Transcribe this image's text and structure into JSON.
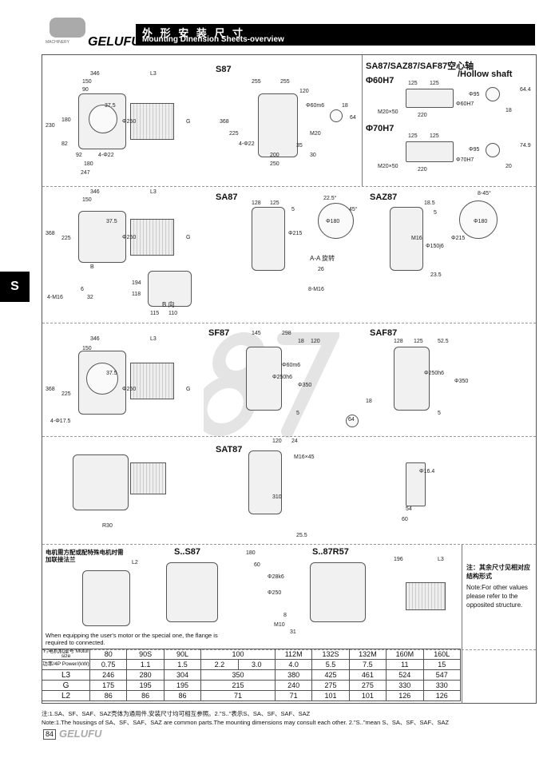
{
  "header": {
    "title_cn": "外 形 安 装 尺 寸",
    "title_en": "Mounting Dinension Sheets-overview",
    "brand": "GELUFU",
    "brand_sub": "MACHINERY"
  },
  "side_tab": "S",
  "watermark": "87",
  "sections": {
    "s87": {
      "title": "S87",
      "dims": [
        "346",
        "L3",
        "150",
        "90",
        "230",
        "180",
        "82",
        "37.5",
        "Φ250",
        "G",
        "92",
        "4-Φ22",
        "180",
        "247",
        "255",
        "255",
        "120",
        "368",
        "225",
        "4-Φ22",
        "Φ60m6",
        "M20",
        "200",
        "35",
        "250",
        "30",
        "18",
        "64"
      ]
    },
    "hollow": {
      "title": "SA87/SAZ87/SAF87空心轴",
      "subtitle": "/Hollow shaft",
      "d1": "Φ60H7",
      "d2": "Φ70H7",
      "dims1": [
        "125",
        "125",
        "M20×50",
        "220",
        "Φ60H7",
        "Φ95",
        "64.4",
        "18"
      ],
      "dims2": [
        "125",
        "125",
        "M20×50",
        "220",
        "Φ70H7",
        "Φ95",
        "74.9",
        "20"
      ]
    },
    "sa87": {
      "title": "SA87",
      "view_b": "B 向",
      "view_aa": "A-A 旋转",
      "dims": [
        "346",
        "L3",
        "150",
        "368",
        "225",
        "37.5",
        "Φ250",
        "G",
        "B",
        "128",
        "125",
        "5",
        "Φ215",
        "22.5°",
        "45°",
        "Φ180",
        "26",
        "8-M16",
        "194",
        "118",
        "115",
        "110",
        "4-M16",
        "6",
        "32"
      ]
    },
    "saz87": {
      "title": "SAZ87",
      "dims": [
        "18.5",
        "5",
        "M16",
        "Φ150j6",
        "Φ215",
        "23.5",
        "8-45°",
        "Φ180"
      ]
    },
    "sf87": {
      "title": "SF87",
      "dims": [
        "346",
        "L3",
        "150",
        "368",
        "225",
        "37.5",
        "Φ250",
        "G",
        "4-Φ17.5",
        "145",
        "298",
        "18",
        "120",
        "Φ60m6",
        "Φ250h6",
        "Φ350",
        "5",
        "18",
        "64"
      ]
    },
    "saf87": {
      "title": "SAF87",
      "dims": [
        "128",
        "125",
        "52.5",
        "Φ250h6",
        "Φ350",
        "5"
      ]
    },
    "sat87": {
      "title": "SAT87",
      "dims": [
        "120",
        "24",
        "M16×45",
        "310",
        "25.5",
        "R30",
        "Φ16.4",
        "54",
        "60"
      ]
    },
    "flange_note": "电机需方配或配特殊电机时需加联接法兰",
    "flange_dims": [
      "L2"
    ],
    "ss87": {
      "title": "S..S87",
      "dims": [
        "180",
        "60",
        "Φ28k6",
        "Φ250",
        "M10",
        "8",
        "31"
      ]
    },
    "s87r57": {
      "title": "S..87R57",
      "dims": [
        "196",
        "L3"
      ]
    },
    "equip_note": "When equipping the user's motor or the special one, the flange is required to connected.",
    "right_note_cn": "注：其余尺寸见相对应结构形式",
    "right_note_en": "Note:For other values please refer to the opposited structure."
  },
  "table": {
    "rows": [
      {
        "label": "Y₂电机机座号 Motor size",
        "cells": [
          "80",
          "90S",
          "90L",
          "100",
          "112M",
          "132S",
          "132M",
          "160M",
          "160L"
        ]
      },
      {
        "label": "功率/4P Power/(kW)",
        "cells": [
          "0.75",
          "1.1",
          "1.5",
          "2.2",
          "3.0",
          "4.0",
          "5.5",
          "7.5",
          "11",
          "15"
        ]
      },
      {
        "label": "L3",
        "cells": [
          "246",
          "280",
          "304",
          "350",
          "380",
          "425",
          "461",
          "524",
          "547"
        ]
      },
      {
        "label": "G",
        "cells": [
          "175",
          "195",
          "195",
          "215",
          "240",
          "275",
          "275",
          "330",
          "330"
        ]
      },
      {
        "label": "L2",
        "cells": [
          "86",
          "86",
          "86",
          "71",
          "71",
          "101",
          "101",
          "126",
          "126"
        ]
      }
    ]
  },
  "footer": {
    "note_cn": "注:1.SA、SF、SAF、SAZ壳体为通用件,安装尺寸均可相互参照。2.\"S..\"表示S、SA、SF、SAF、SAZ",
    "note_en": "Note:1.The housings of SA、SF、SAF、SAZ are common parts.The mounting dimensions may consult each other. 2.\"S..\"mean S、SA、SF、SAF、SAZ",
    "page": "84",
    "brand": "GELUFU"
  }
}
